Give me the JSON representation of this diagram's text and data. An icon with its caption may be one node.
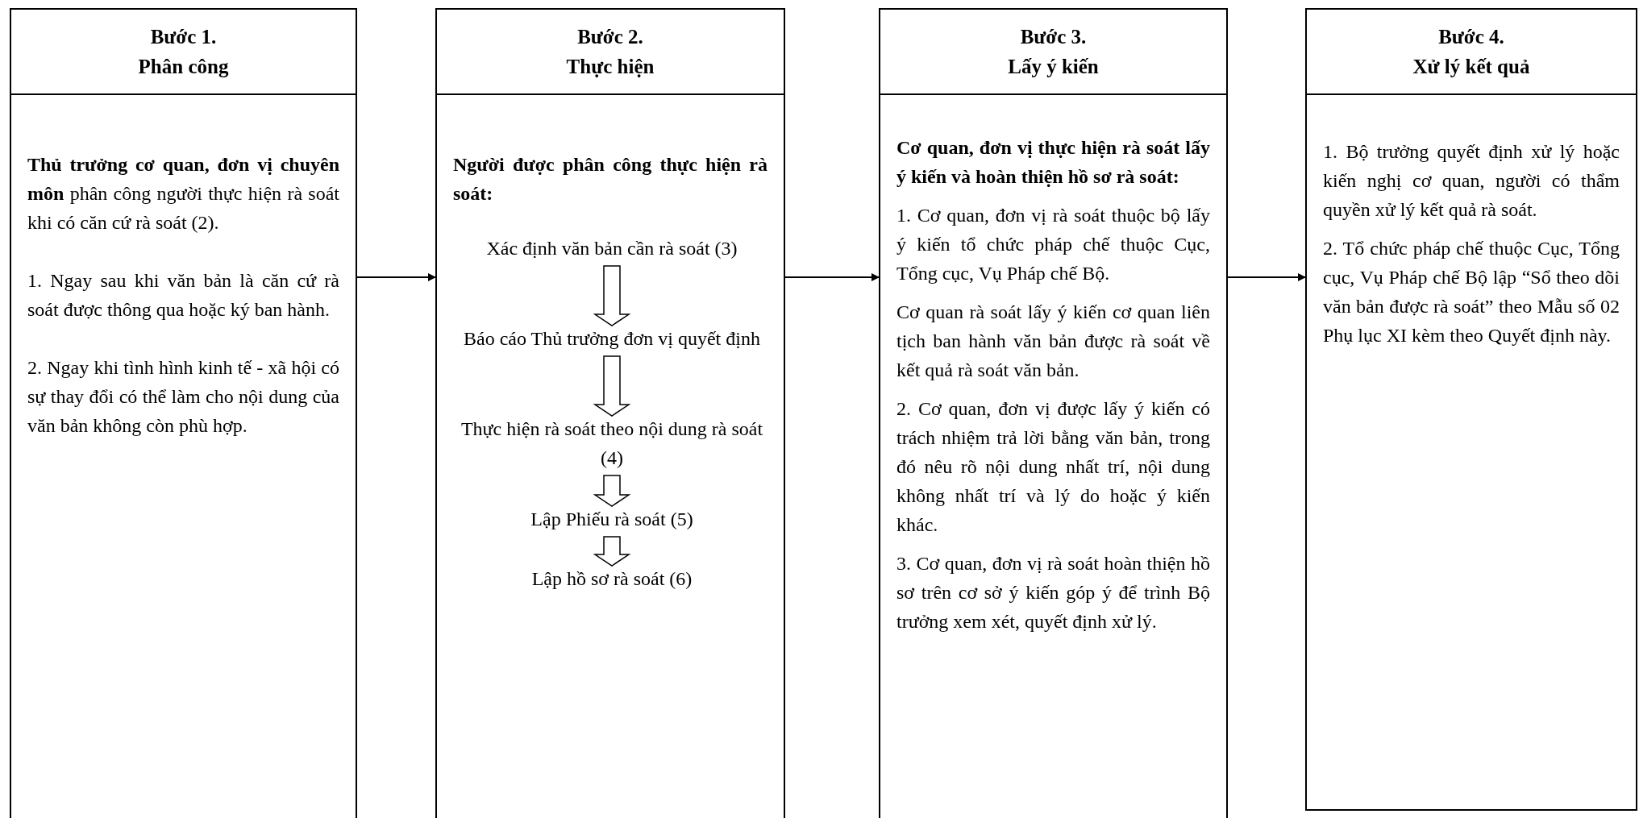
{
  "diagram": {
    "nodes": [
      {
        "text": [
          "Bước 1.",
          "Phân công"
        ]
      },
      {
        "text": [
          "**Thủ trưởng cơ quan, đơn vị chuyên môn** phân công người thực hiện rà soát khi có căn cứ rà soát (2).",
          "1. Ngay sau khi văn bản là căn cứ rà soát được thông qua hoặc ký ban hành.",
          "2. Ngay khi tình hình kinh tế - xã hội có sự thay đổi có thể làm cho nội dung của văn bản không còn phù hợp."
        ]
      },
      {
        "text": [
          "Bước 2.",
          "Thực hiện"
        ]
      },
      {
        "text": [
          "**Người được phân công thực hiện rà soát:**"
        ]
      },
      {
        "text": [
          "Xác định văn bản cần rà soát (3)"
        ],
        "in": 3
      },
      {
        "text": [
          "Báo cáo Thủ trưởng đơn vị quyết định"
        ],
        "in": 3
      },
      {
        "text": [
          "Thực hiện rà soát theo nội dung rà soát (4)"
        ],
        "in": 3
      },
      {
        "text": [
          "Lập Phiếu rà soát (5)"
        ],
        "in": 3
      },
      {
        "text": [
          "Lập hồ sơ rà soát (6)"
        ],
        "in": 3
      },
      {
        "text": [
          "Bước 3.",
          "Lấy ý kiến"
        ]
      },
      {
        "text": [
          "**Cơ quan, đơn vị thực hiện rà soát lấy ý kiến và hoàn thiện hồ sơ rà soát:**",
          "1. Cơ quan, đơn vị rà soát thuộc bộ lấy ý kiến tổ chức pháp chế thuộc Cục, Tổng cục, Vụ Pháp chế Bộ.",
          "Cơ quan rà soát lấy ý kiến cơ quan liên tịch ban hành văn bản được rà soát về kết quả rà soát văn bản.",
          "2. Cơ quan, đơn vị được lấy ý kiến có trách nhiệm trả lời bằng văn bản, trong đó nêu rõ nội dung nhất trí, nội dung không nhất trí và lý do hoặc ý kiến khác.",
          "3. Cơ quan, đơn vị rà soát hoàn thiện hồ sơ trên cơ sở ý kiến góp ý để trình Bộ trưởng xem xét, quyết định xử lý."
        ]
      },
      {
        "text": [
          "Bước 4.",
          "Xử lý kết quả"
        ]
      },
      {
        "text": [
          "1. Bộ trưởng quyết định xử lý hoặc kiến nghị cơ quan, người có thẩm quyền xử lý kết quả rà soát.",
          "2. Tổ chức pháp chế thuộc Cục, Tổng cục, Vụ Pháp chế Bộ lập “Sổ theo dõi văn bản được rà soát” theo Mẫu số 02 Phụ lục XI kèm theo Quyết định này."
        ]
      }
    ],
    "edges": [
      {
        "from": 1,
        "to": 3,
        "arrow": "to"
      },
      {
        "from": 3,
        "to": 10,
        "arrow": "to"
      },
      {
        "from": 10,
        "to": 12,
        "arrow": "to"
      },
      {
        "from": 4,
        "to": 5,
        "arrow": "to"
      },
      {
        "from": 5,
        "to": 6,
        "arrow": "to"
      },
      {
        "from": 6,
        "to": 7,
        "arrow": "to"
      },
      {
        "from": 7,
        "to": 8,
        "arrow": "to"
      }
    ]
  }
}
